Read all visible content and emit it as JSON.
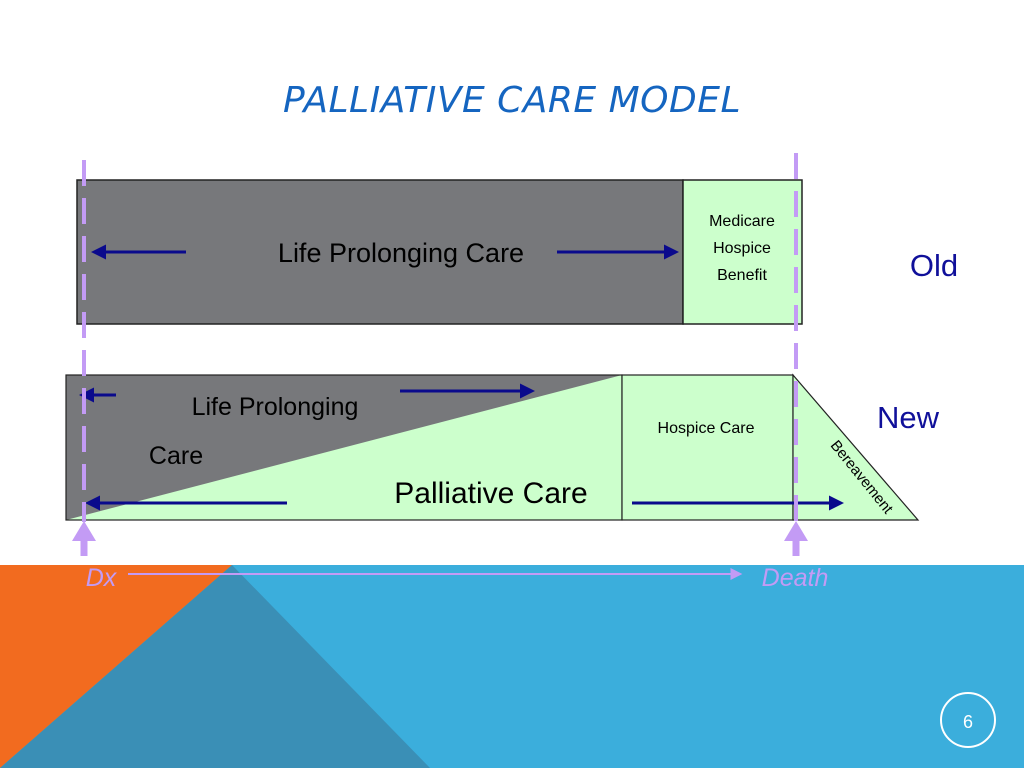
{
  "slide": {
    "title": "PALLIATIVE CARE MODEL",
    "page_number": "6"
  },
  "old_model": {
    "row_label": "Old",
    "main_label": "Life Prolonging Care",
    "benefit_line1": "Medicare",
    "benefit_line2": "Hospice",
    "benefit_line3": "Benefit"
  },
  "new_model": {
    "row_label": "New",
    "life_prolonging_line1": "Life Prolonging",
    "life_prolonging_line2": "Care",
    "palliative_label": "Palliative Care",
    "hospice_label": "Hospice Care",
    "bereavement_label": "Bereavement"
  },
  "timeline": {
    "start_label": "Dx",
    "end_label": "Death"
  },
  "colors": {
    "title": "#1565C0",
    "dark_fill": "#77787B",
    "light_green": "#CCFFCC",
    "arrow_navy": "#0A0A8C",
    "lavender": "#C39BF5",
    "orange": "#F26B1F",
    "blue": "#3BAEDC",
    "steel_blue": "#3A8FB6"
  }
}
